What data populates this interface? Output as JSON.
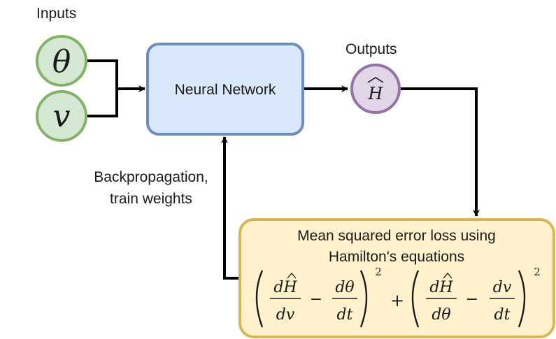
{
  "inputs_label": "Inputs",
  "outputs_label": "Outputs",
  "input_nodes": [
    {
      "symbol": "θ",
      "fill": "#d5e8d4",
      "stroke": "#82b366"
    },
    {
      "symbol": "v",
      "fill": "#d5e8d4",
      "stroke": "#82b366"
    }
  ],
  "network": {
    "label": "Neural Network",
    "fill": "#dae8fc",
    "stroke": "#6c8ebf"
  },
  "output_node": {
    "symbol": "H",
    "fill": "#e1d5e7",
    "stroke": "#9673a6"
  },
  "backprop_label": {
    "line1": "Backpropagation,",
    "line2": "train weights"
  },
  "loss_box": {
    "line1": "Mean squared error loss using",
    "line2": "Hamilton's equations",
    "fill": "#fff2cc",
    "stroke": "#d6b656",
    "formula": {
      "term1_num": "dH",
      "term1_den": "dv",
      "term2_num": "dθ",
      "term2_den": "dt",
      "term3_num": "dH",
      "term3_den": "dθ",
      "term4_num": "dv",
      "term4_den": "dt",
      "minus": "−",
      "plus": "+",
      "exponent": "2"
    }
  }
}
